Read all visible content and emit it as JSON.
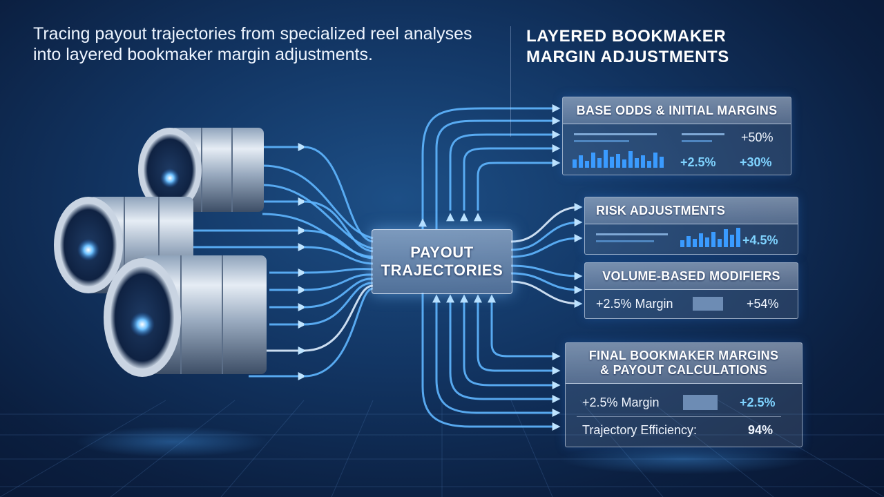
{
  "intro_text": "Tracing payout trajectories from specialized reel analyses into layered bookmaker margin adjustments.",
  "right_title": "LAYERED BOOKMAKER MARGIN ADJUSTMENTS",
  "hub": {
    "line1": "PAYOUT",
    "line2": "TRAJECTORIES"
  },
  "panels": {
    "base_odds": {
      "title": "BASE ODDS & INITIAL MARGINS",
      "value_top": "+50%",
      "value_mid": "+2.5%",
      "value_right": "+30%"
    },
    "risk": {
      "title": "RISK ADJUSTMENTS",
      "value": "+4.5%"
    },
    "volume": {
      "title": "VOLUME-BASED MODIFIERS",
      "margin_label": "+2.5% Margin",
      "value": "+54%"
    },
    "final": {
      "title_line1": "FINAL BOOKMAKER MARGINS",
      "title_line2": "& PAYOUT CALCULATIONS",
      "margin_label": "+2.5% Margin",
      "margin_value": "+2.5%",
      "efficiency_label": "Trajectory Efficiency:",
      "efficiency_value": "94%"
    }
  },
  "icons": {
    "reels": "reel-cylinder-icon",
    "flow": "arrow-flow-icon"
  },
  "colors": {
    "accent": "#3a9bff",
    "cyan_text": "#7fd3ff",
    "background": "#123563",
    "flow_glow": "#5fb6ff"
  }
}
